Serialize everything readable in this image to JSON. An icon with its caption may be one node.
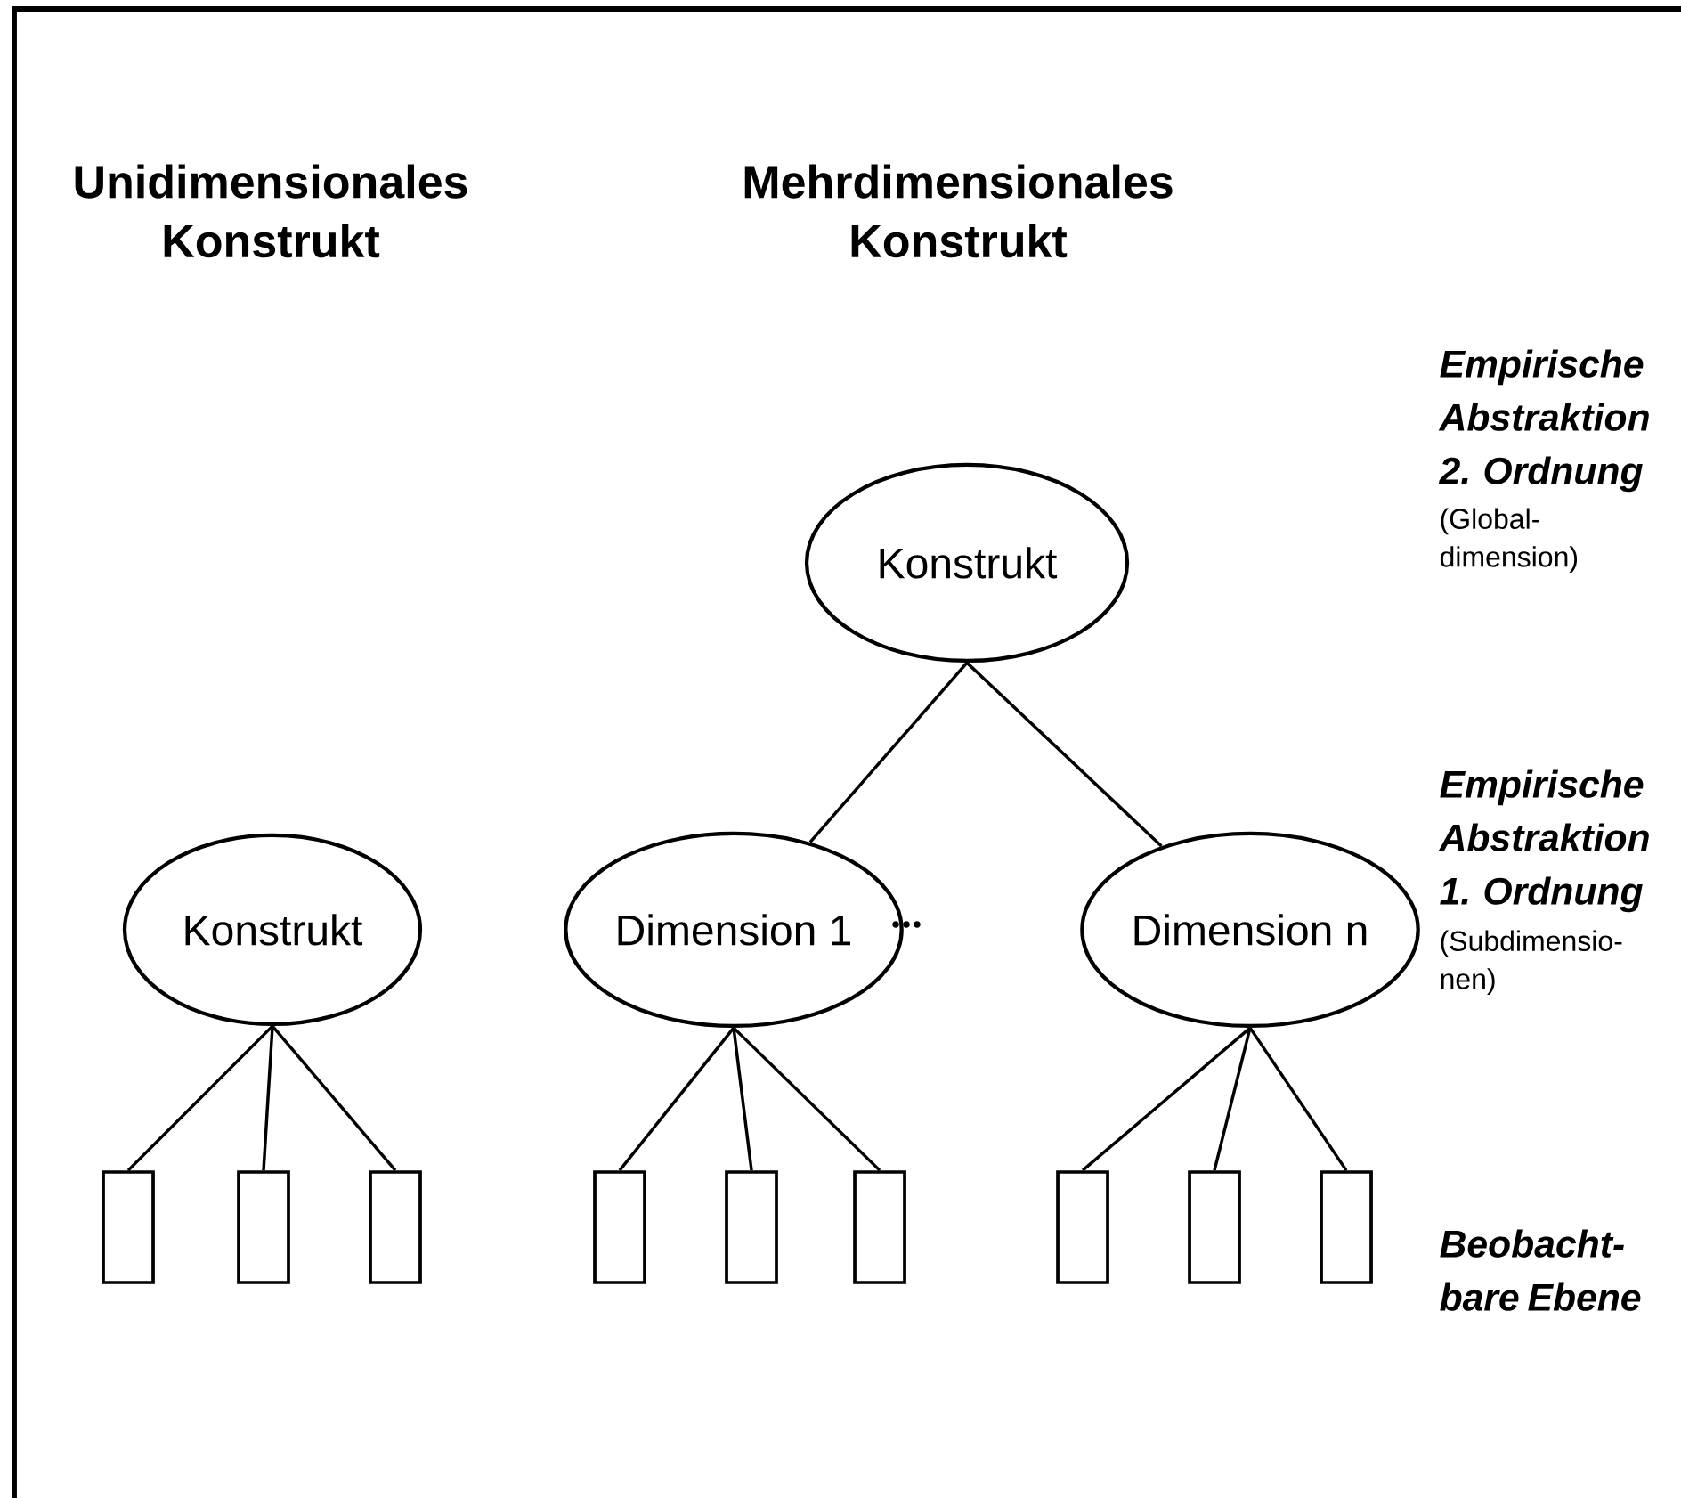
{
  "diagram": {
    "nodes": [
      {
        "text": [
          "Konstrukt"
        ]
      },
      {
        "text": [
          "Konstrukt"
        ]
      },
      {
        "text": [
          "Dimension 1"
        ]
      },
      {
        "text": [
          "Dimension n"
        ]
      },
      {
        "text": [],
        "shape": "box"
      },
      {
        "text": [],
        "shape": "box"
      },
      {
        "text": [],
        "shape": "box"
      },
      {
        "text": [],
        "shape": "box"
      },
      {
        "text": [],
        "shape": "box"
      },
      {
        "text": [],
        "shape": "box"
      },
      {
        "text": [],
        "shape": "box"
      },
      {
        "text": [],
        "shape": "box"
      },
      {
        "text": [],
        "shape": "box"
      }
    ],
    "edges": [
      {
        "from": 1,
        "to": 2,
        "arrow": "none"
      },
      {
        "from": 1,
        "to": 3,
        "arrow": "none"
      },
      {
        "from": 0,
        "to": 4,
        "arrow": "none"
      },
      {
        "from": 0,
        "to": 5,
        "arrow": "none"
      },
      {
        "from": 0,
        "to": 6,
        "arrow": "none"
      },
      {
        "from": 2,
        "to": 7,
        "arrow": "none"
      },
      {
        "from": 2,
        "to": 8,
        "arrow": "none"
      },
      {
        "from": 2,
        "to": 9,
        "arrow": "none"
      },
      {
        "from": 3,
        "to": 10,
        "arrow": "none"
      },
      {
        "from": 3,
        "to": 11,
        "arrow": "none"
      },
      {
        "from": 3,
        "to": 12,
        "arrow": "none"
      }
    ],
    "labels": [
      "Unidimensionales Konstrukt",
      "Mehrdimensionales Konstrukt",
      "Empirische Abstraktion 2. Ordnung",
      "(Global-dimension)",
      "Empirische Abstraktion 1. Ordnung",
      "(Subdimensio-nen)",
      "Beobacht-bare Ebene"
    ]
  }
}
